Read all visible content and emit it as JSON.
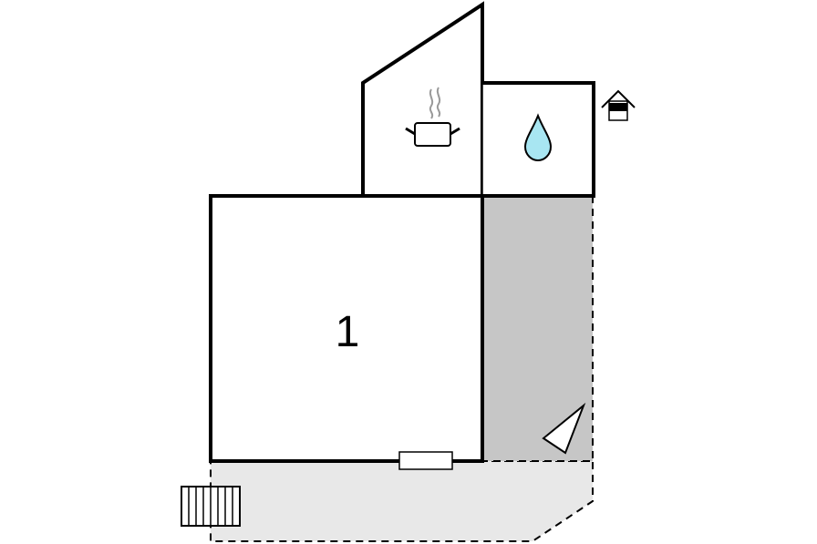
{
  "floor_plan": {
    "rooms": [
      {
        "id": "room-1",
        "label": "1"
      },
      {
        "id": "kitchen",
        "label": ""
      },
      {
        "id": "bathroom",
        "label": ""
      }
    ],
    "icons": [
      "kitchen-pot-icon",
      "water-drop-icon",
      "house-entrance-icon",
      "stairs-icon",
      "door-icon",
      "compass-north-arrow-icon"
    ],
    "areas": [
      "covered-terrace-area",
      "outdoor-terrace-area"
    ]
  },
  "colors": {
    "wall": "#000000",
    "covered_terrace": "#c6c6c6",
    "outdoor_terrace": "#e8e8e8",
    "water": "#a8e6f2",
    "steam": "#999999",
    "background": "#ffffff"
  }
}
